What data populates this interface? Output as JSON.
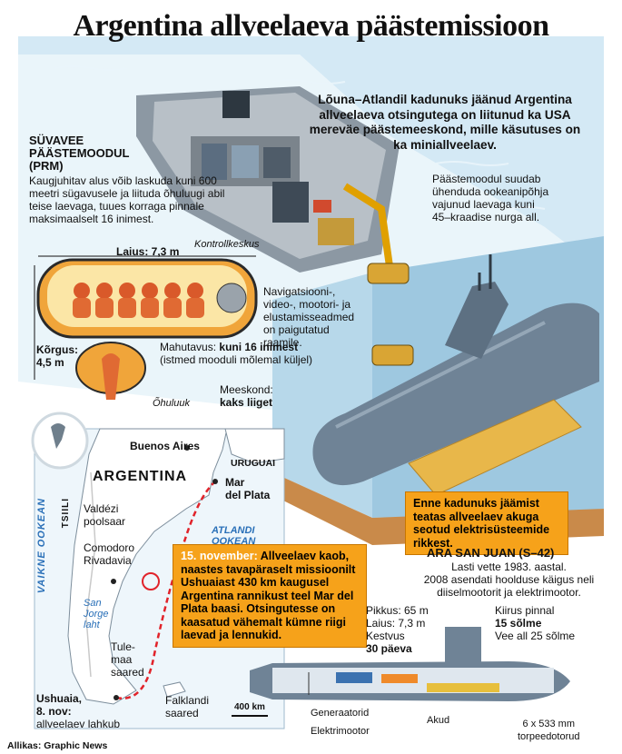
{
  "title": "Argentina allveelaeva päästemissioon",
  "lead": "Lõuna–Atlandil kadunuks jäänud Argentina allveelaeva otsingutega on liitunud ka USA mereväe päästemeeskond, mille käsutuses on ka miniallveelaev.",
  "prm": {
    "heading_line1": "SÜVAVEE",
    "heading_line2": "PÄÄSTEMOODUL",
    "heading_line3": "(PRM)",
    "description": "Kaugjuhitav alus võib laskuda kuni 600 meetri sügavusele ja liituda õhuluugi abil teise laevaga, tuues korraga pinnale maksimaalselt 16 inimest.",
    "control_label": "Kontrollkeskus",
    "width_label": "Laius: 7,3 m",
    "height_label_1": "Kõrgus:",
    "height_label_2": "4,5 m",
    "equipment_text": "Navigatsiooni-, video-, mootori- ja elustamisseadmed on paigutatud raamile.",
    "capacity_label": "Mahutavus:",
    "capacity_value": "kuni 16 inimest",
    "capacity_note": "(istmed mooduli mõlemal küljel)",
    "hatch_label": "Õhuluuk",
    "crew_label": "Meeskond:",
    "crew_value": "kaks liiget"
  },
  "seabed_text": "Päästemoodul suudab ühenduda ookeanipõhja vajunud laevaga kuni 45–kraadise nurga all.",
  "elec_callout": "Enne kadunuks jäämist teatas allveelaev akuga seotud elektrisüsteemide rikkest.",
  "map": {
    "buenos_aires": "Buenos Aires",
    "uruguay": "URUGUAI",
    "argentina": "ARGENTINA",
    "chile": "TSIILI",
    "pacific": "VAIKNE OOKEAN",
    "atlantic_1": "ATLANDI",
    "atlantic_2": "OOKEAN",
    "mar_del_plata_1": "Mar",
    "mar_del_plata_2": "del Plata",
    "valdes_1": "Valdézi",
    "valdes_2": "poolsaar",
    "comodoro_1": "Comodoro",
    "comodoro_2": "Rivadavia",
    "san_jorge_1": "San",
    "san_jorge_2": "Jorge",
    "san_jorge_3": "laht",
    "tierra_1": "Tule-",
    "tierra_2": "maa",
    "tierra_3": "saared",
    "falklands_1": "Falklandi",
    "falklands_2": "saared",
    "ushuaia_1": "Ushuaia,",
    "ushuaia_2": "8. nov:",
    "ushuaia_3": "allveelaev lahkub",
    "scale": "400 km"
  },
  "nov_callout_date": "15. november:",
  "nov_callout_text": "Allveelaev kaob, naastes tavapäraselt missioonilt Ushuaiast 430 km kaugusel Argentina rannikust teel Mar del Plata baasi. Otsingutesse on kaasatud vähemalt kümne riigi laevad ja lennukid.",
  "sub": {
    "name": "ARA SAN JUAN (S–42)",
    "launch": "Lasti vette 1983. aastal.",
    "refit": "2008 asendati hoolduse käigus neli diiselmootorit ja elektrimootor.",
    "length": "Pikkus: 65 m",
    "width": "Laius: 7,3 m",
    "endurance_1": "Kestvus",
    "endurance_2": "30 päeva",
    "speed_1": "Kiirus pinnal",
    "speed_2": "15 sõlme",
    "speed_3": "Vee all 25 sõlme",
    "generators": "Generaatorid",
    "batteries": "Akud",
    "motor": "Elektrimootor",
    "torpedoes_1": "6 x 533 mm",
    "torpedoes_2": "torpeedotorud"
  },
  "source": "Allikas: Graphic News",
  "colors": {
    "sea": "#cfe6f3",
    "map_sea": "#eef6fb",
    "land": "#ffffff",
    "hull": "#6f8396",
    "callout": "#f6a21a",
    "accent_red": "#e1232a",
    "seabed": "#c98a4a"
  }
}
